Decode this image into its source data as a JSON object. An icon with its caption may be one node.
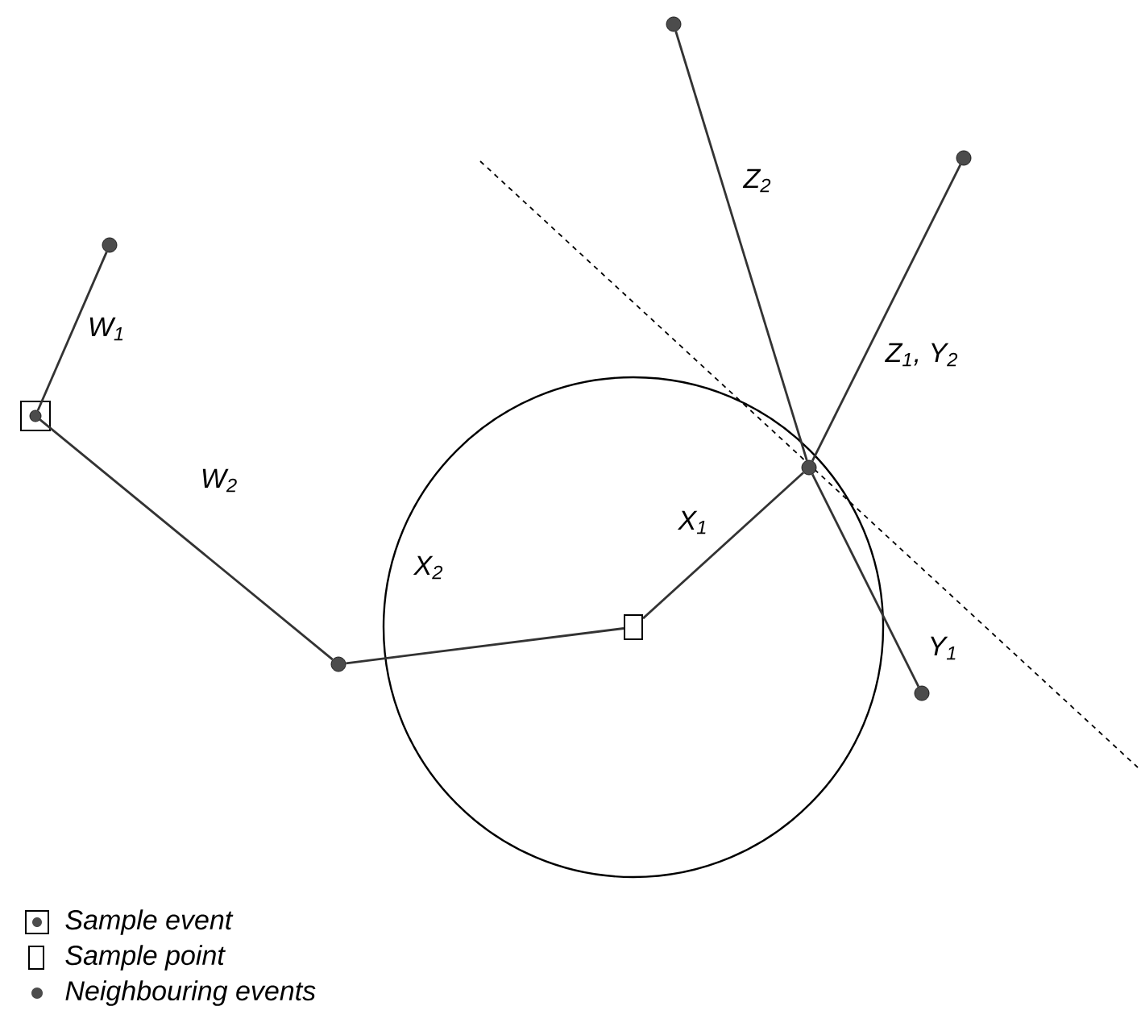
{
  "diagram": {
    "nodes": [
      {
        "text": [],
        "shape": "circle"
      },
      {
        "text": [],
        "shape": "box"
      },
      {
        "text": [],
        "shape": "circle",
        "in": 1
      },
      {
        "text": [],
        "shape": "circle"
      },
      {
        "text": [],
        "shape": "box"
      },
      {
        "text": [],
        "shape": "circle"
      },
      {
        "text": [],
        "shape": "circle"
      },
      {
        "text": [],
        "shape": "circle"
      },
      {
        "text": [],
        "shape": "circle"
      }
    ],
    "edges": [
      {
        "from": 2,
        "to": 0,
        "arrow": "none",
        "label": "W$_{1}$"
      },
      {
        "from": 2,
        "to": 3,
        "arrow": "none",
        "label": "W$_{2}$"
      },
      {
        "from": 3,
        "to": 4,
        "arrow": "none",
        "label": "X$_{2}$"
      },
      {
        "from": 4,
        "to": 5,
        "arrow": "none",
        "label": "X$_{1}$"
      },
      {
        "from": 5,
        "to": 6,
        "arrow": "none",
        "label": "Z$_{2}$"
      },
      {
        "from": 5,
        "to": 7,
        "arrow": "none",
        "label": "Z$_{1}$, Y$_{2}$"
      },
      {
        "from": 5,
        "to": 8,
        "arrow": "none",
        "label": "Y$_{1}$"
      }
    ],
    "legend": [
      {
        "text": "Sample event"
      },
      {
        "text": "Sample point"
      },
      {
        "text": "Neighbouring events"
      }
    ]
  }
}
